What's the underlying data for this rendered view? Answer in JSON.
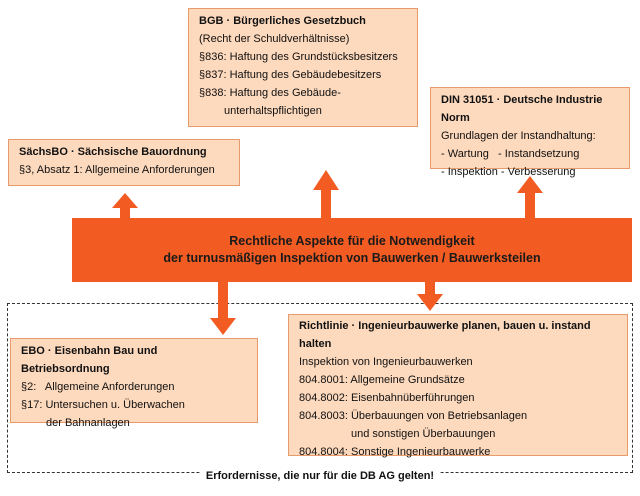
{
  "center": {
    "line1": "Rechtliche Aspekte für die Notwendigkeit",
    "line2": "der turnusmäßigen Inspektion von Bauwerken / Bauwerksteilen"
  },
  "bgb": {
    "title": "BGB · Bürgerliches Gesetzbuch",
    "lines": [
      "(Recht der Schuldverhältnisse)",
      "§836: Haftung des Grundstücksbesitzers",
      "§837: Haftung des Gebäudebesitzers",
      "§838: Haftung des Gebäude-",
      "unterhaltspflichtigen"
    ]
  },
  "saechs": {
    "title": "SächsBO · Sächsische Bauordnung",
    "lines": [
      "§3, Absatz 1: Allgemeine Anforderungen"
    ]
  },
  "din": {
    "title": "DIN 31051 · Deutsche Industrie Norm",
    "lines": [
      "Grundlagen der Instandhaltung:",
      "- Wartung   - Instandsetzung",
      "- Inspektion - Verbesserung"
    ]
  },
  "ebo": {
    "title": "EBO · Eisenbahn Bau und Betriebsordnung",
    "lines": [
      "§2:   Allgemeine Anforderungen",
      "§17: Untersuchen u. Überwachen",
      "der Bahnanlagen"
    ]
  },
  "richt": {
    "title": "Richtlinie · Ingenieurbauwerke planen, bauen u. instand halten",
    "lines": [
      "Inspektion von Ingenieurbauwerken",
      "804.8001: Allgemeine Grundsätze",
      "804.8002: Eisenbahnüberführungen",
      "804.8003: Überbauungen von Betriebsanlagen",
      "und sonstigen Überbauungen",
      "804.8004: Sonstige Ingenieurbauwerke"
    ]
  },
  "footer": "Erfordernisse, die nur für die DB AG gelten!",
  "colors": {
    "box_fill": "#fdd9bd",
    "box_border": "#e89a6a",
    "center_fill": "#f25c23",
    "arrow": "#f25c23"
  }
}
